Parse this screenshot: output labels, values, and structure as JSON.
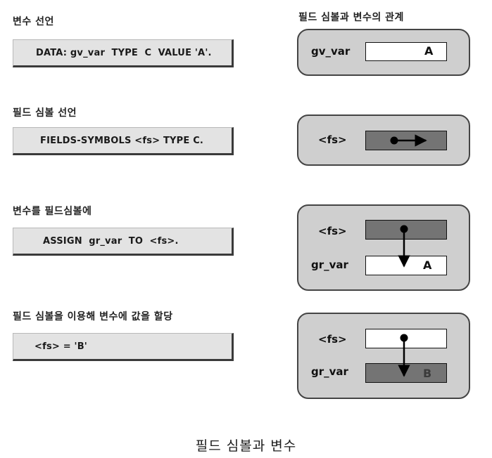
{
  "right_title": "필드 심볼과 변수의 관계",
  "caption": "필드 심볼과 변수",
  "steps": [
    {
      "label": "변수 선언",
      "code": "DATA: gv_var  TYPE  C  VALUE 'A'.",
      "panel": {
        "var1_label": "gv_var",
        "var1_value": "A"
      }
    },
    {
      "label": "필드 심볼 선언",
      "code": "FIELDS-SYMBOLS <fs> TYPE C.",
      "panel": {
        "var1_label": "<fs>"
      }
    },
    {
      "label": "변수를 필드심볼에",
      "code": "ASSIGN  gr_var  TO  <fs>.",
      "panel": {
        "var1_label": "<fs>",
        "var2_label": "gr_var",
        "var2_value": "A"
      }
    },
    {
      "label": "필드 심볼을 이용해 변수에 값을 할당",
      "code": "<fs> = 'B'",
      "panel": {
        "var1_label": "<fs>",
        "var2_label": "gr_var",
        "var2_value": "B"
      }
    }
  ]
}
